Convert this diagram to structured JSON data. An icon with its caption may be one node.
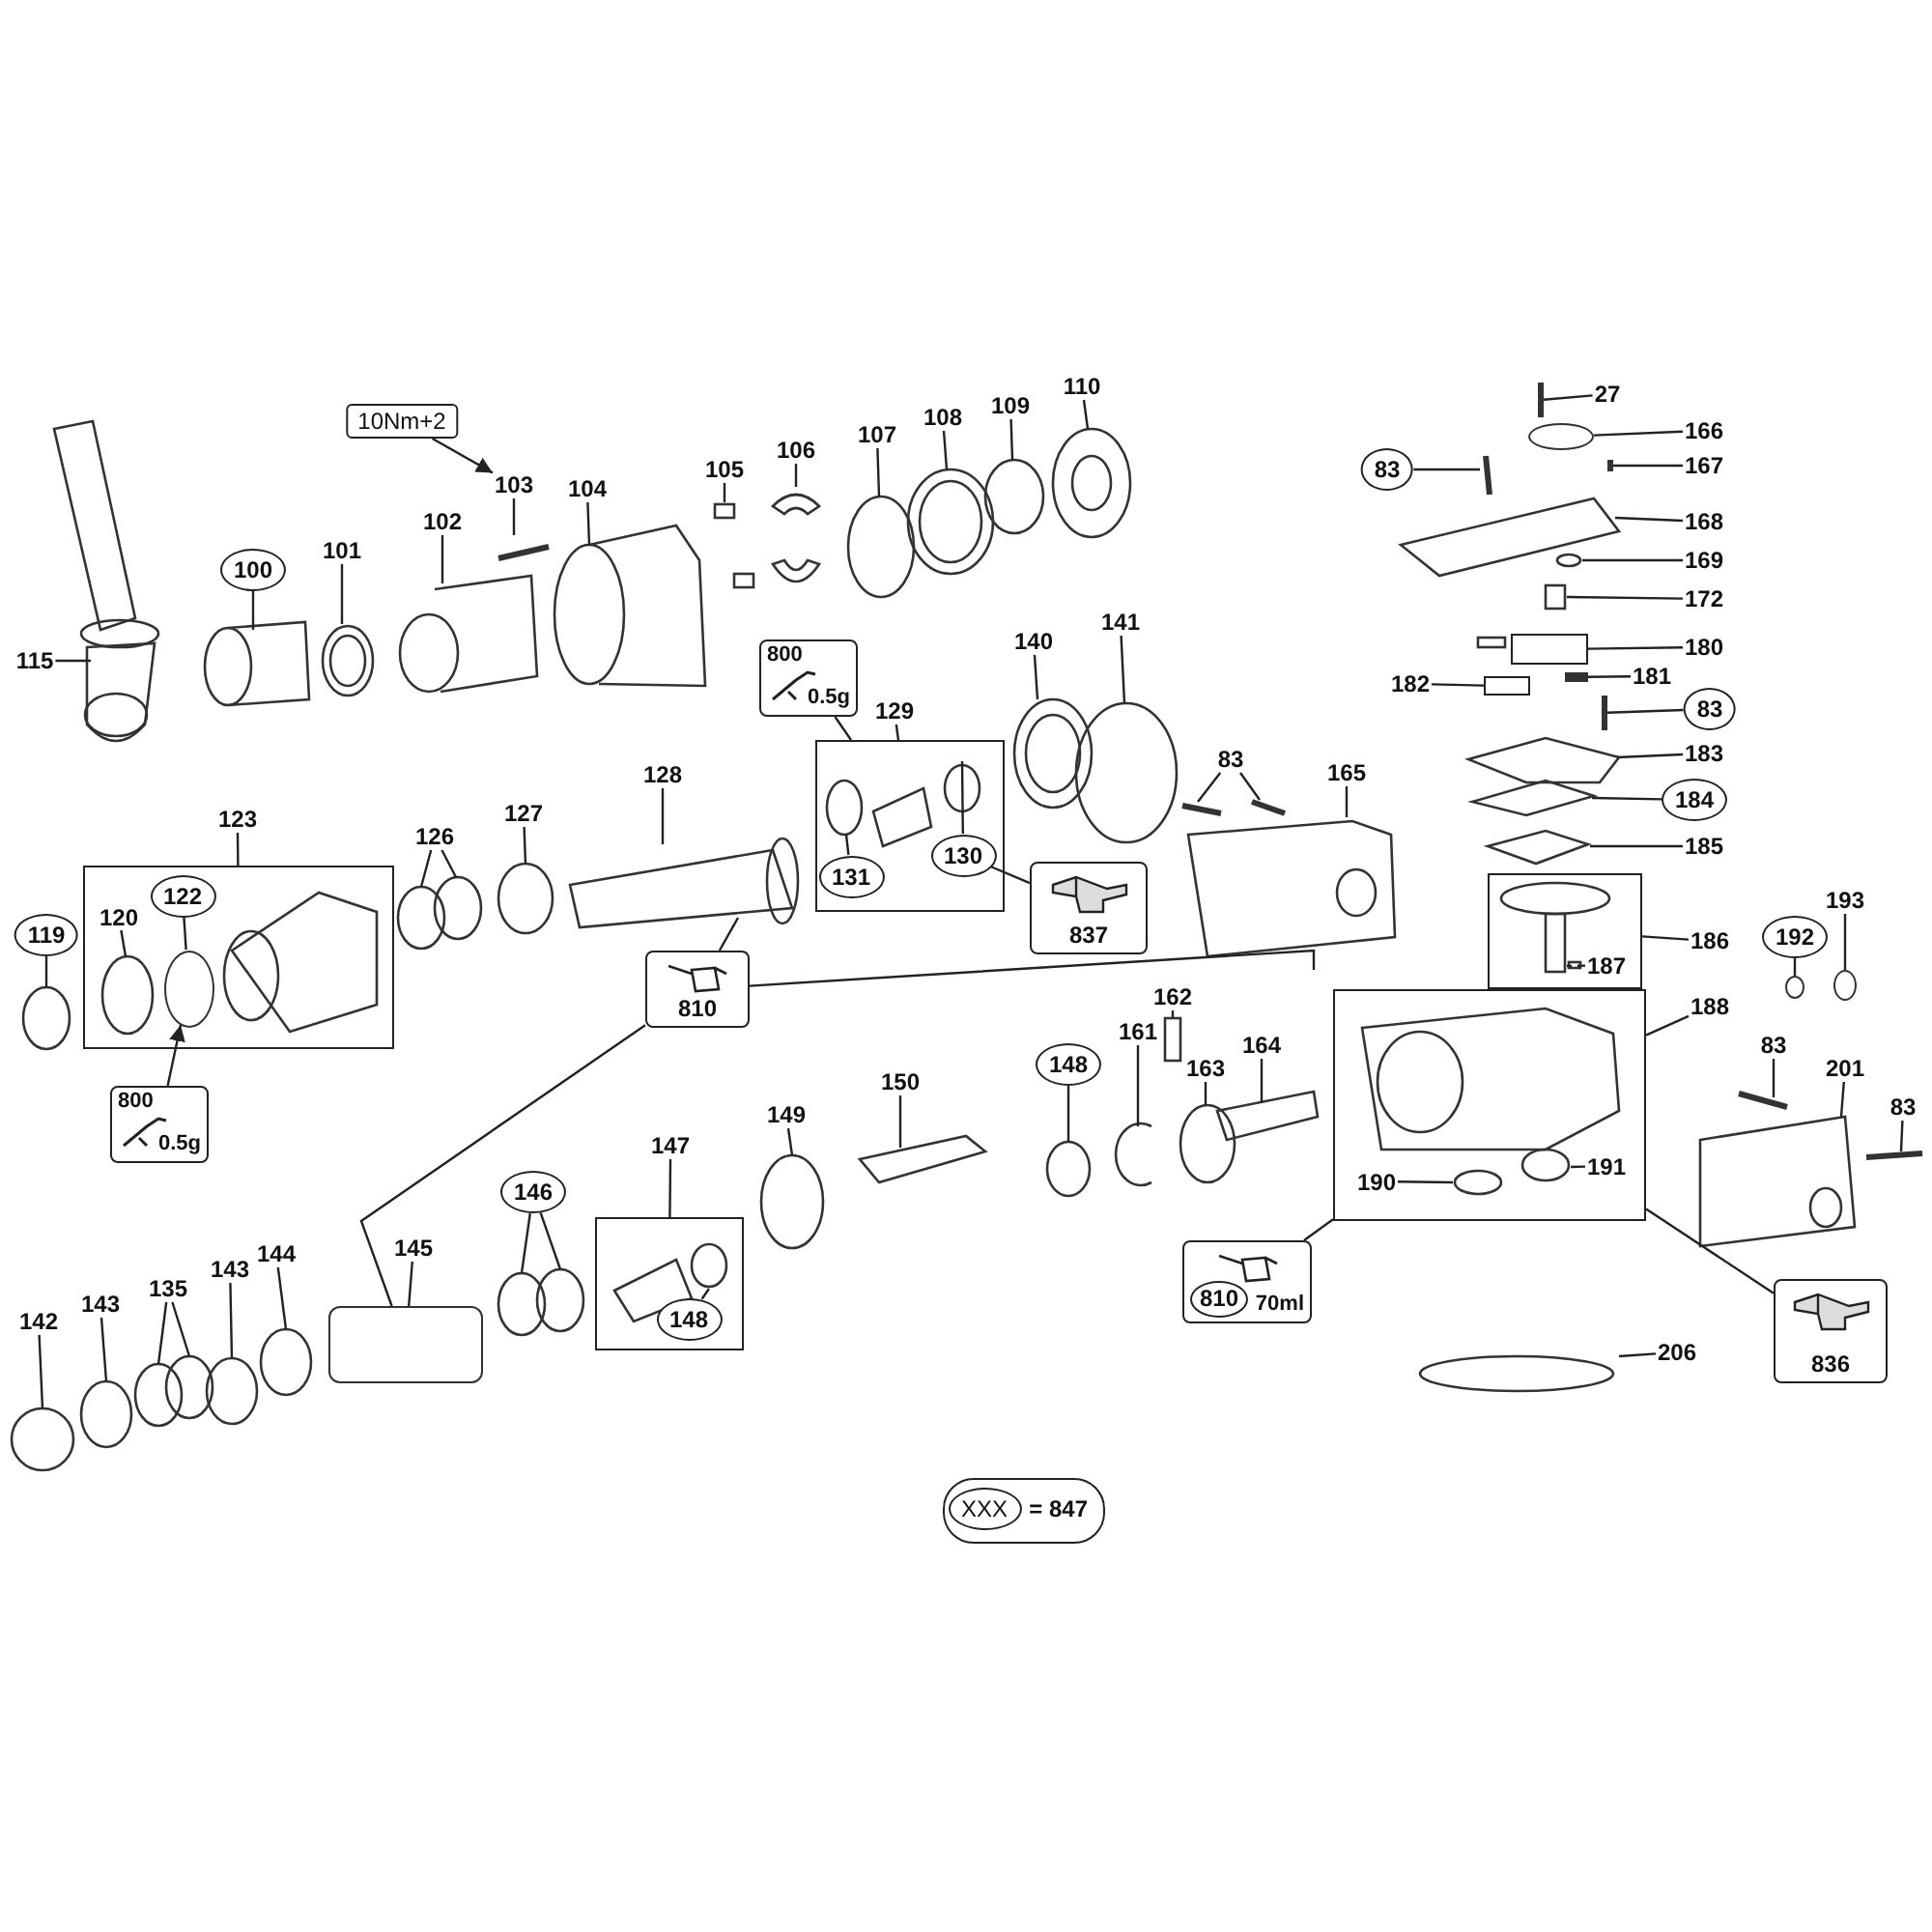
{
  "diagram": {
    "nodes": [
      {
        "text": [
          "10Nm+2"
        ]
      },
      {
        "text": [
          "103"
        ]
      },
      {
        "text": [
          "100"
        ]
      },
      {
        "text": [
          "101"
        ]
      },
      {
        "text": [
          "102"
        ]
      },
      {
        "text": [
          "104"
        ]
      },
      {
        "text": [
          "105"
        ]
      },
      {
        "text": [
          "106"
        ]
      },
      {
        "text": [
          "107"
        ]
      },
      {
        "text": [
          "108"
        ]
      },
      {
        "text": [
          "109"
        ]
      },
      {
        "text": [
          "110"
        ]
      },
      {
        "text": [
          "27"
        ]
      },
      {
        "text": [
          "166"
        ]
      },
      {
        "text": [
          "83"
        ]
      },
      {
        "text": [
          "167"
        ]
      },
      {
        "text": [
          "168"
        ]
      },
      {
        "text": [
          "169"
        ]
      },
      {
        "text": [
          "172"
        ]
      },
      {
        "text": [
          "115"
        ]
      },
      {
        "text": [
          "180"
        ]
      },
      {
        "text": [
          "182"
        ]
      },
      {
        "text": [
          "181"
        ]
      },
      {
        "text": [
          "83"
        ]
      },
      {
        "text": [
          "800",
          "0.5g"
        ]
      },
      {
        "text": [
          "129"
        ]
      },
      {
        "text": [
          "140"
        ]
      },
      {
        "text": [
          "141"
        ]
      },
      {
        "text": [
          "183"
        ]
      },
      {
        "text": [
          "83"
        ]
      },
      {
        "text": [
          "165"
        ]
      },
      {
        "text": [
          "128"
        ]
      },
      {
        "text": [
          "184"
        ]
      },
      {
        "text": [
          "127"
        ]
      },
      {
        "text": [
          "123"
        ]
      },
      {
        "text": [
          "126"
        ]
      },
      {
        "text": [],
        "shape": "box"
      },
      {
        "text": [
          "131"
        ],
        "in": 36
      },
      {
        "text": [
          "130"
        ],
        "in": 36
      },
      {
        "text": [
          "185"
        ]
      },
      {
        "text": [],
        "shape": "box"
      },
      {
        "text": [
          "120"
        ],
        "in": 40
      },
      {
        "text": [
          "122"
        ],
        "in": 40
      },
      {
        "text": [
          "119"
        ]
      },
      {
        "text": [],
        "shape": "box"
      },
      {
        "text": [
          "187"
        ],
        "in": 44
      },
      {
        "text": [
          "186"
        ]
      },
      {
        "text": [
          "837"
        ]
      },
      {
        "text": [
          "193"
        ]
      },
      {
        "text": [
          "192"
        ]
      },
      {
        "text": [
          "810"
        ]
      },
      {
        "text": [
          "162"
        ]
      },
      {
        "text": [],
        "shape": "box"
      },
      {
        "text": [
          "188"
        ]
      },
      {
        "text": [
          "161"
        ]
      },
      {
        "text": [
          "164"
        ]
      },
      {
        "text": [
          "83"
        ]
      },
      {
        "text": [
          "148"
        ]
      },
      {
        "text": [
          "201"
        ]
      },
      {
        "text": [
          "163"
        ]
      },
      {
        "text": [
          "150"
        ]
      },
      {
        "text": [
          "800",
          "0.5g"
        ]
      },
      {
        "text": [
          "83"
        ]
      },
      {
        "text": [
          "149"
        ]
      },
      {
        "text": [
          "147"
        ]
      },
      {
        "text": [
          "191"
        ],
        "in": 52
      },
      {
        "text": [
          "190"
        ],
        "in": 52
      },
      {
        "text": [
          "146"
        ]
      },
      {
        "text": [],
        "shape": "box"
      },
      {
        "text": [
          "148"
        ],
        "in": 68
      },
      {
        "text": [
          "810",
          "70ml"
        ]
      },
      {
        "text": [
          "145"
        ]
      },
      {
        "text": [
          "144"
        ]
      },
      {
        "text": [
          "143"
        ]
      },
      {
        "text": [
          "135"
        ]
      },
      {
        "text": [
          "143"
        ]
      },
      {
        "text": [
          "142"
        ]
      },
      {
        "text": [
          "836"
        ]
      },
      {
        "text": [
          "206"
        ]
      },
      {
        "text": [
          "= 847"
        ]
      },
      {
        "text": [
          "XXX"
        ],
        "in": 79
      },
      {
        "text": [],
        "shape": "circle",
        "in": 40
      },
      {
        "text": [],
        "shape": "circle"
      },
      {
        "text": [],
        "shape": "bar"
      },
      {
        "text": [],
        "shape": "circle"
      },
      {
        "text": [],
        "shape": "circle"
      },
      {
        "text": [],
        "shape": "cylinder"
      },
      {
        "text": [],
        "shape": "bar"
      },
      {
        "text": [],
        "shape": "bar"
      },
      {
        "text": [],
        "shape": "bar"
      },
      {
        "text": [],
        "shape": "box"
      },
      {
        "text": [],
        "shape": "box"
      }
    ],
    "edges": [
      {
        "from": 0,
        "to": 1,
        "arrow": "to"
      },
      {
        "from": 1,
        "to": null,
        "arrow": "none"
      },
      {
        "from": 2,
        "to": null,
        "arrow": "none"
      },
      {
        "from": 3,
        "to": null,
        "arrow": "none"
      },
      {
        "from": 4,
        "to": null,
        "arrow": "none"
      },
      {
        "from": 5,
        "to": null,
        "arrow": "none"
      },
      {
        "from": 6,
        "to": null,
        "arrow": "none"
      },
      {
        "from": 7,
        "to": null,
        "arrow": "none"
      },
      {
        "from": 8,
        "to": null,
        "arrow": "none"
      },
      {
        "from": 9,
        "to": null,
        "arrow": "none"
      },
      {
        "from": 10,
        "to": null,
        "arrow": "none"
      },
      {
        "from": 11,
        "to": null,
        "arrow": "none"
      },
      {
        "from": 12,
        "to": 87,
        "arrow": "none"
      },
      {
        "from": 13,
        "to": 82,
        "arrow": "none"
      },
      {
        "from": 14,
        "to": null,
        "arrow": "none"
      },
      {
        "from": 15,
        "to": 88,
        "arrow": "none"
      },
      {
        "from": 16,
        "to": null,
        "arrow": "none"
      },
      {
        "from": 17,
        "to": null,
        "arrow": "none"
      },
      {
        "from": 18,
        "to": null,
        "arrow": "none"
      },
      {
        "from": 19,
        "to": null,
        "arrow": "none"
      },
      {
        "from": 20,
        "to": 90,
        "arrow": "none"
      },
      {
        "from": 21,
        "to": 91,
        "arrow": "none"
      },
      {
        "from": 22,
        "to": 89,
        "arrow": "none"
      },
      {
        "from": 23,
        "to": 83,
        "arrow": "none"
      },
      {
        "from": 24,
        "to": 36,
        "arrow": "none"
      },
      {
        "from": 25,
        "to": 36,
        "arrow": "none"
      },
      {
        "from": 26,
        "to": null,
        "arrow": "none"
      },
      {
        "from": 27,
        "to": null,
        "arrow": "none"
      },
      {
        "from": 28,
        "to": null,
        "arrow": "none"
      },
      {
        "from": 29,
        "to": null,
        "arrow": "none"
      },
      {
        "from": 29,
        "to": null,
        "arrow": "none"
      },
      {
        "from": 30,
        "to": null,
        "arrow": "none"
      },
      {
        "from": 31,
        "to": null,
        "arrow": "none"
      },
      {
        "from": 32,
        "to": null,
        "arrow": "none"
      },
      {
        "from": 33,
        "to": null,
        "arrow": "none"
      },
      {
        "from": 34,
        "to": 40,
        "arrow": "none"
      },
      {
        "from": 35,
        "to": null,
        "arrow": "none"
      },
      {
        "from": 35,
        "to": null,
        "arrow": "none"
      },
      {
        "from": 37,
        "to": null,
        "arrow": "none"
      },
      {
        "from": 38,
        "to": null,
        "arrow": "none"
      },
      {
        "from": 47,
        "to": 38,
        "arrow": "none"
      },
      {
        "from": 39,
        "to": null,
        "arrow": "none"
      },
      {
        "from": 41,
        "to": null,
        "arrow": "none"
      },
      {
        "from": 42,
        "to": 81,
        "arrow": "none"
      },
      {
        "from": 43,
        "to": null,
        "arrow": "none"
      },
      {
        "from": 45,
        "to": null,
        "arrow": "none",
        "style": "dashed"
      },
      {
        "from": 46,
        "to": 44,
        "arrow": "none"
      },
      {
        "from": 48,
        "to": 85,
        "arrow": "none"
      },
      {
        "from": 49,
        "to": 84,
        "arrow": "none"
      },
      {
        "from": 50,
        "to": null,
        "arrow": "none"
      },
      {
        "from": 50,
        "to": null,
        "arrow": "none"
      },
      {
        "from": 50,
        "to": 86,
        "arrow": "none"
      },
      {
        "from": 53,
        "to": 52,
        "arrow": "none"
      },
      {
        "from": 51,
        "to": null,
        "arrow": "none"
      },
      {
        "from": 54,
        "to": null,
        "arrow": "none"
      },
      {
        "from": 55,
        "to": null,
        "arrow": "none"
      },
      {
        "from": 56,
        "to": null,
        "arrow": "none"
      },
      {
        "from": 57,
        "to": null,
        "arrow": "none"
      },
      {
        "from": 58,
        "to": null,
        "arrow": "none"
      },
      {
        "from": 59,
        "to": null,
        "arrow": "none"
      },
      {
        "from": 60,
        "to": null,
        "arrow": "none"
      },
      {
        "from": 61,
        "to": 81,
        "arrow": "to"
      },
      {
        "from": 62,
        "to": null,
        "arrow": "none"
      },
      {
        "from": 63,
        "to": null,
        "arrow": "none"
      },
      {
        "from": 64,
        "to": 68,
        "arrow": "none"
      },
      {
        "from": 65,
        "to": null,
        "arrow": "none"
      },
      {
        "from": 66,
        "to": null,
        "arrow": "none"
      },
      {
        "from": 67,
        "to": null,
        "arrow": "none"
      },
      {
        "from": 67,
        "to": null,
        "arrow": "none"
      },
      {
        "from": 69,
        "to": null,
        "arrow": "none"
      },
      {
        "from": 70,
        "to": 52,
        "arrow": "none"
      },
      {
        "from": 71,
        "to": 86,
        "arrow": "none"
      },
      {
        "from": 72,
        "to": null,
        "arrow": "none"
      },
      {
        "from": 73,
        "to": null,
        "arrow": "none"
      },
      {
        "from": 74,
        "to": null,
        "arrow": "none"
      },
      {
        "from": 74,
        "to": null,
        "arrow": "none"
      },
      {
        "from": 75,
        "to": null,
        "arrow": "none"
      },
      {
        "from": 76,
        "to": null,
        "arrow": "none"
      },
      {
        "from": 77,
        "to": 52,
        "arrow": "none"
      },
      {
        "from": 78,
        "to": null,
        "arrow": "none"
      }
    ]
  }
}
